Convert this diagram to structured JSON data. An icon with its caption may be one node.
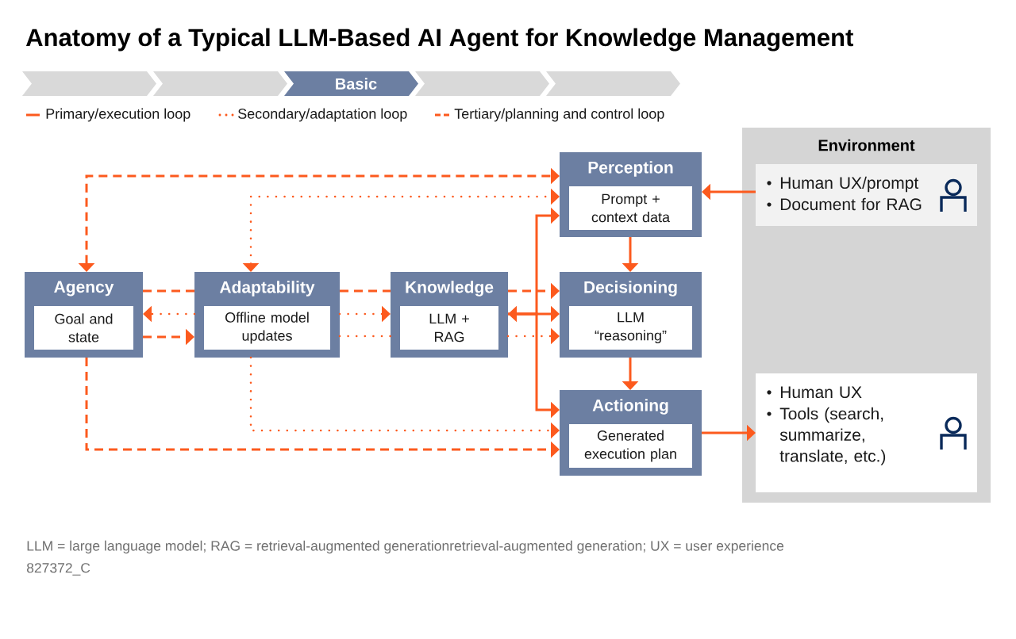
{
  "diagram": {
    "title": "Anatomy of a Typical LLM-Based AI Agent for Knowledge Management",
    "nodes": [
      {
        "text": [
          "Basic"
        ]
      },
      {
        "text": [
          "Agency",
          "Goal and state"
        ]
      },
      {
        "text": [
          "Adaptability",
          "Offline model updates"
        ]
      },
      {
        "text": [
          "Knowledge",
          "LLM + RAG"
        ]
      },
      {
        "text": [
          "Perception",
          "Prompt + context data"
        ]
      },
      {
        "text": [
          "Decisioning",
          "LLM “reasoning”"
        ]
      },
      {
        "text": [
          "Actioning",
          "Generated execution plan"
        ]
      },
      {
        "text": [
          "Environment"
        ]
      },
      {
        "text": [
          "Human UX/prompt",
          "Document for RAG"
        ],
        "in": 7
      },
      {
        "text": [
          "Human UX",
          "Tools (search, summarize, translate, etc.)"
        ],
        "in": 7
      }
    ],
    "edges": [
      {
        "from": 1,
        "to": 4,
        "arrow": "both",
        "style": "dashed"
      },
      {
        "from": 2,
        "to": 4,
        "arrow": "both",
        "style": "dashed"
      },
      {
        "from": 8,
        "to": 4,
        "arrow": "to"
      },
      {
        "from": 1,
        "to": 2,
        "arrow": "none",
        "style": "dashed"
      },
      {
        "from": 2,
        "to": 3,
        "arrow": "none",
        "style": "dashed"
      },
      {
        "from": 3,
        "to": 5,
        "arrow": "to",
        "style": "dashed"
      },
      {
        "from": 2,
        "to": 1,
        "arrow": "to",
        "style": "dashed"
      },
      {
        "from": 2,
        "to": 3,
        "arrow": "to",
        "style": "dashed"
      },
      {
        "from": 3,
        "to": 5,
        "arrow": "both"
      },
      {
        "from": 3,
        "to": 4,
        "arrow": "to"
      },
      {
        "from": 3,
        "to": 6,
        "arrow": "to"
      },
      {
        "from": 1,
        "to": 2,
        "arrow": "to",
        "style": "dashed"
      },
      {
        "from": 2,
        "to": 3,
        "arrow": "none",
        "style": "dashed"
      },
      {
        "from": 3,
        "to": 5,
        "arrow": "to",
        "style": "dashed"
      },
      {
        "from": 4,
        "to": 5,
        "arrow": "to"
      },
      {
        "from": 5,
        "to": 6,
        "arrow": "to"
      },
      {
        "from": 2,
        "to": 6,
        "arrow": "to",
        "style": "dashed"
      },
      {
        "from": 1,
        "to": 6,
        "arrow": "to",
        "style": "dashed"
      },
      {
        "from": 6,
        "to": 9,
        "arrow": "to"
      }
    ],
    "labels": [
      "LLM = large language model; RAG = retrieval-augmented generationretrieval-augmented generation; UX = user experience",
      "827372_C"
    ],
    "legend": [
      {
        "text": "Primary/execution loop"
      },
      {
        "text": "Secondary/adaptation loop"
      },
      {
        "text": "Tertiary/planning and control loop"
      }
    ]
  }
}
